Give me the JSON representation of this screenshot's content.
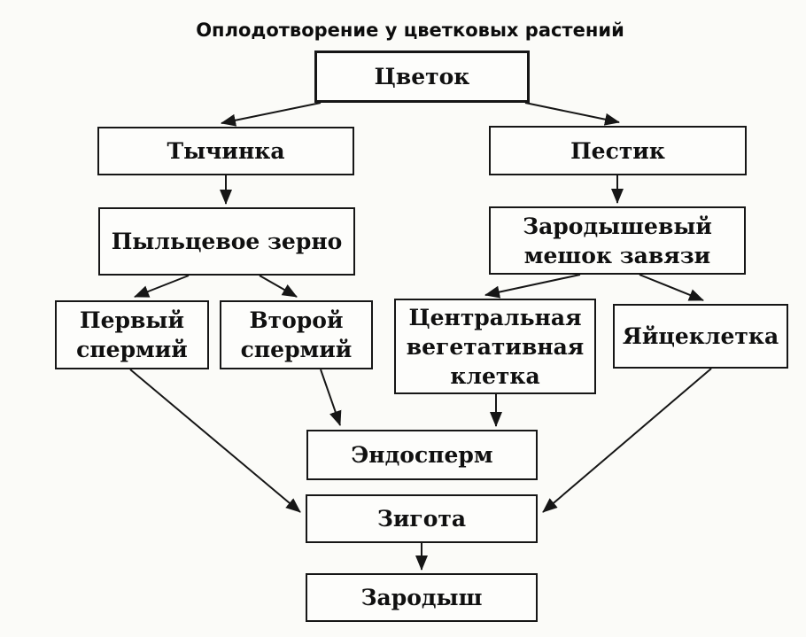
{
  "title": "Оплодотворение у цветковых растений",
  "nodes": {
    "flower": {
      "label": "Цветок"
    },
    "stamen": {
      "label": "Тычинка"
    },
    "pistil": {
      "label": "Пестик"
    },
    "pollen_grain": {
      "label": "Пыльцевое зерно"
    },
    "embryo_sac": {
      "label": "Зародышевый\nмешок завязи"
    },
    "first_sperm": {
      "label": "Первый\nспермий"
    },
    "second_sperm": {
      "label": "Второй\nспермий"
    },
    "central_cell": {
      "label": "Центральная\nвегетативная\nклетка"
    },
    "egg_cell": {
      "label": "Яйцеклетка"
    },
    "endosperm": {
      "label": "Эндосперм"
    },
    "zygote": {
      "label": "Зигота"
    },
    "embryo": {
      "label": "Зародыш"
    }
  },
  "edges": [
    {
      "from": "flower",
      "to": "stamen"
    },
    {
      "from": "flower",
      "to": "pistil"
    },
    {
      "from": "stamen",
      "to": "pollen_grain"
    },
    {
      "from": "pistil",
      "to": "embryo_sac"
    },
    {
      "from": "pollen_grain",
      "to": "first_sperm"
    },
    {
      "from": "pollen_grain",
      "to": "second_sperm"
    },
    {
      "from": "embryo_sac",
      "to": "central_cell"
    },
    {
      "from": "embryo_sac",
      "to": "egg_cell"
    },
    {
      "from": "first_sperm",
      "to": "zygote"
    },
    {
      "from": "second_sperm",
      "to": "endosperm"
    },
    {
      "from": "central_cell",
      "to": "endosperm"
    },
    {
      "from": "egg_cell",
      "to": "zygote"
    },
    {
      "from": "zygote",
      "to": "embryo"
    }
  ],
  "colors": {
    "line": "#161616",
    "box_border": "#161616",
    "box_background": "#fdfdfb",
    "page_background": "#fbfbf8",
    "text": "#101010"
  }
}
